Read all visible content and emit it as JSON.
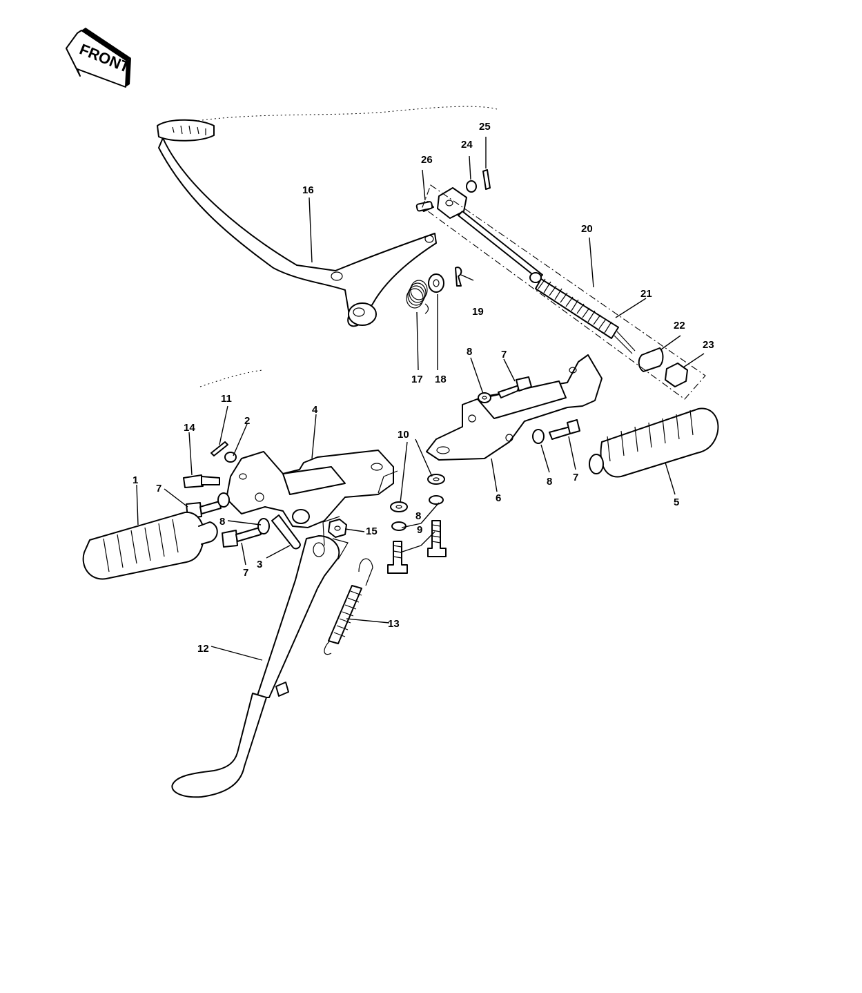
{
  "direction_badge": {
    "text": "FRONT"
  },
  "callouts": [
    {
      "id": "c1",
      "label": "1"
    },
    {
      "id": "c2",
      "label": "2"
    },
    {
      "id": "c3",
      "label": "3"
    },
    {
      "id": "c4",
      "label": "4"
    },
    {
      "id": "c5",
      "label": "5"
    },
    {
      "id": "c6",
      "label": "6"
    },
    {
      "id": "c7a",
      "label": "7"
    },
    {
      "id": "c7b",
      "label": "7"
    },
    {
      "id": "c7c",
      "label": "7"
    },
    {
      "id": "c7d",
      "label": "7"
    },
    {
      "id": "c8a",
      "label": "8"
    },
    {
      "id": "c8b",
      "label": "8"
    },
    {
      "id": "c8c",
      "label": "8"
    },
    {
      "id": "c8d",
      "label": "8"
    },
    {
      "id": "c9",
      "label": "9"
    },
    {
      "id": "c10",
      "label": "10"
    },
    {
      "id": "c11",
      "label": "11"
    },
    {
      "id": "c12",
      "label": "12"
    },
    {
      "id": "c13",
      "label": "13"
    },
    {
      "id": "c14",
      "label": "14"
    },
    {
      "id": "c15",
      "label": "15"
    },
    {
      "id": "c16",
      "label": "16"
    },
    {
      "id": "c17",
      "label": "17"
    },
    {
      "id": "c18",
      "label": "18"
    },
    {
      "id": "c19",
      "label": "19"
    },
    {
      "id": "c20",
      "label": "20"
    },
    {
      "id": "c21",
      "label": "21"
    },
    {
      "id": "c22",
      "label": "22"
    },
    {
      "id": "c23",
      "label": "23"
    },
    {
      "id": "c24",
      "label": "24"
    },
    {
      "id": "c25",
      "label": "25"
    },
    {
      "id": "c26",
      "label": "26"
    }
  ]
}
